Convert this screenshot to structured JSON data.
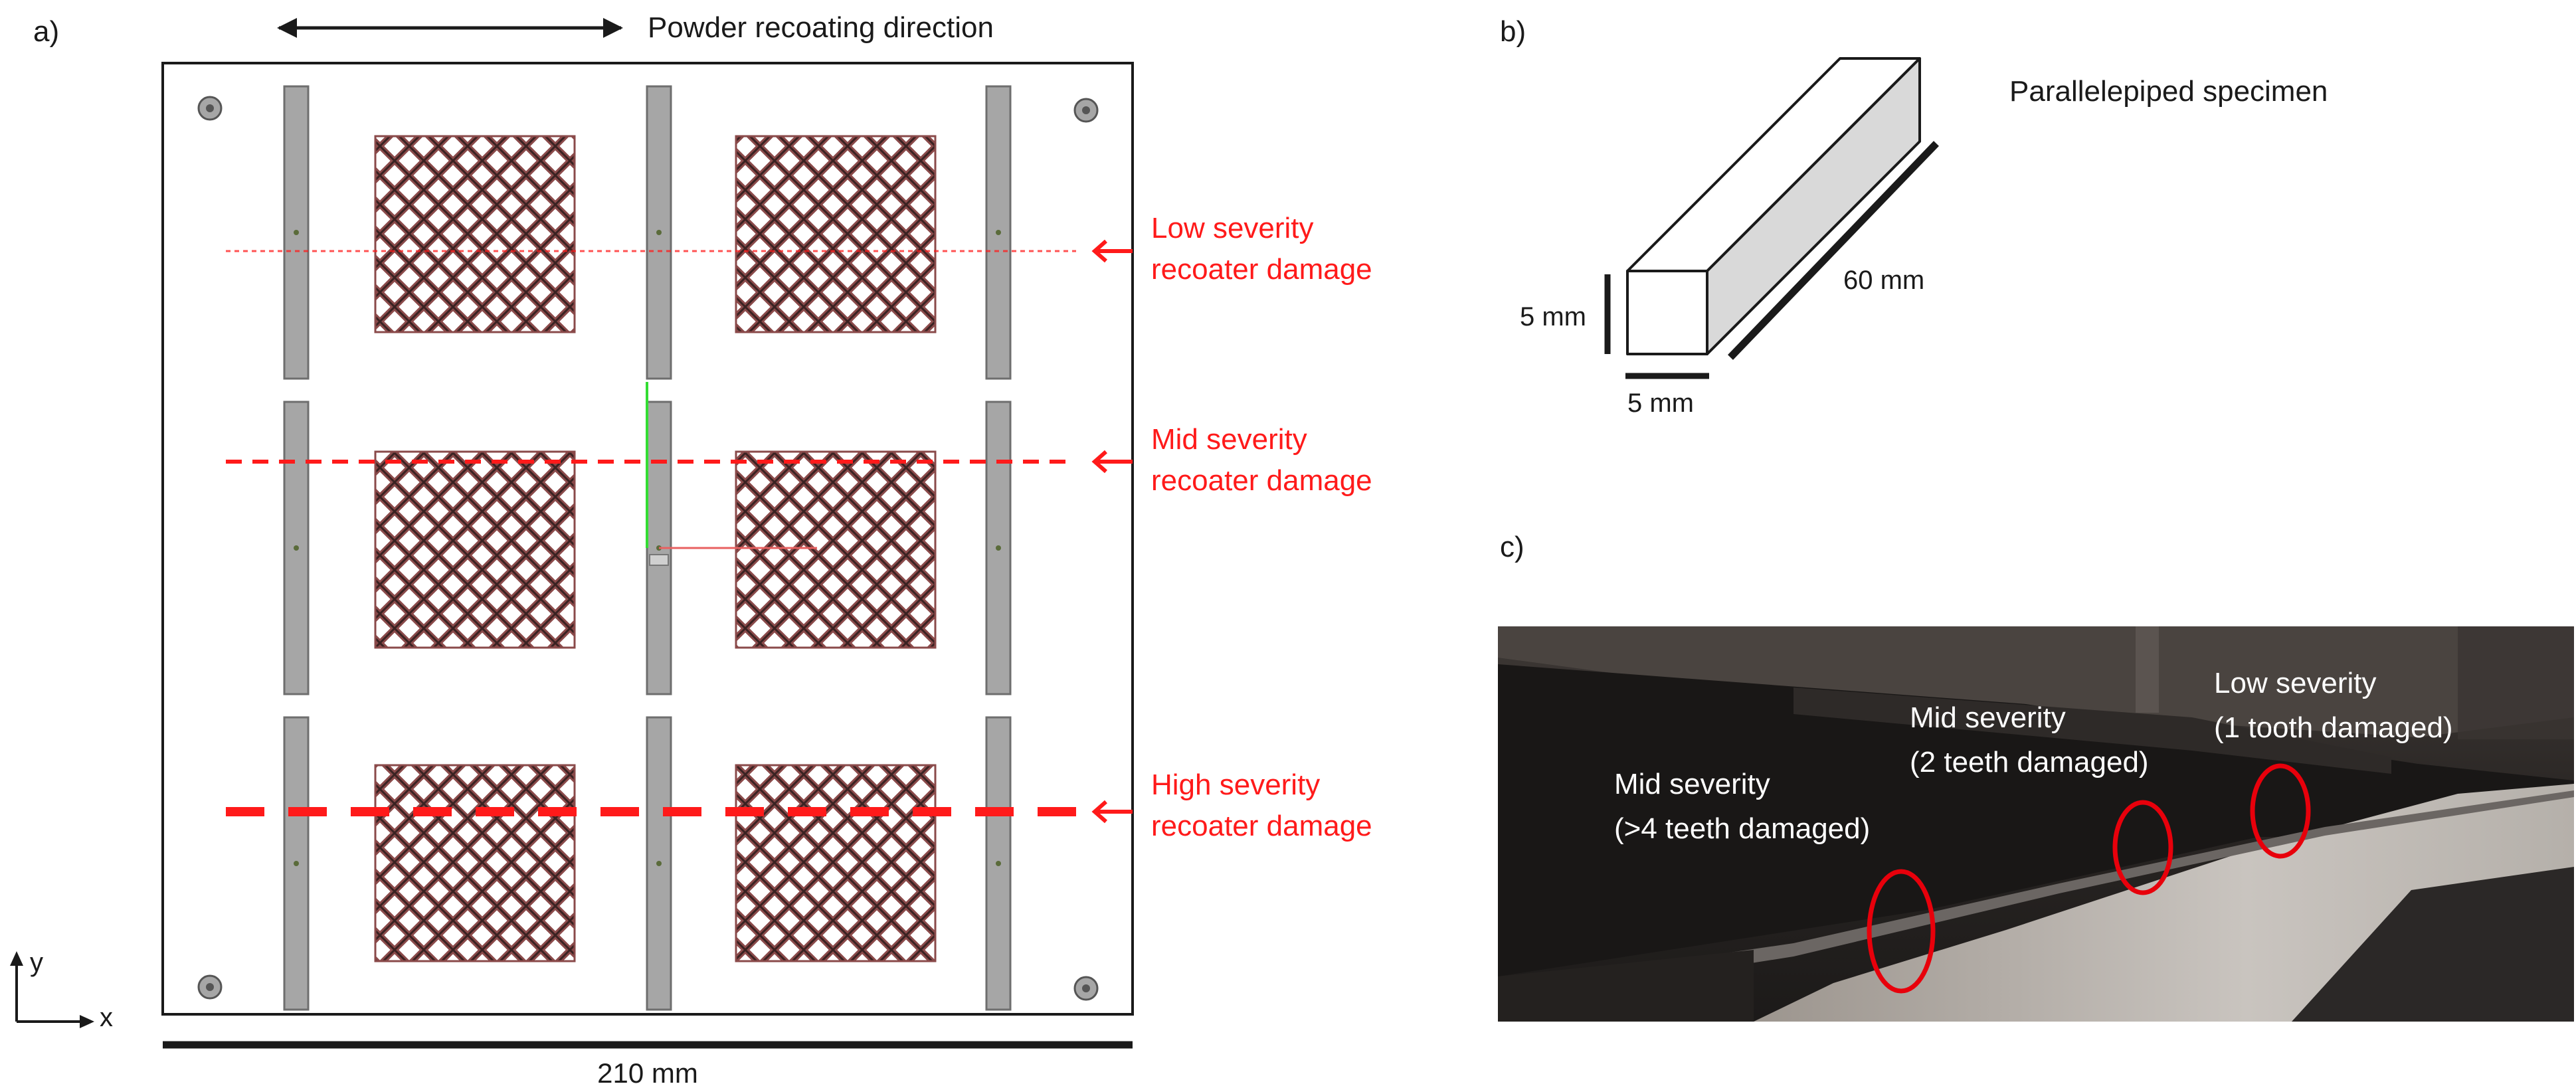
{
  "panel_a": {
    "label": "a)",
    "recoat_direction": "Powder recoating direction",
    "width_label": "210 mm",
    "axis_y": "y",
    "axis_x": "x",
    "damage_lines": [
      {
        "line1": "Low severity",
        "line2": "recoater damage",
        "style": "dotted-thin"
      },
      {
        "line1": "Mid severity",
        "line2": "recoater damage",
        "style": "dashed-medium"
      },
      {
        "line1": "High severity",
        "line2": "recoater damage",
        "style": "dashed-thick"
      }
    ],
    "colors": {
      "damage": "#ff1a1a",
      "bar": "#a6a6a6",
      "lattice": "#8a4a4a"
    }
  },
  "panel_b": {
    "label": "b)",
    "title": "Parallelepiped specimen",
    "length_label": "60 mm",
    "height_label": "5 mm",
    "width_label": "5 mm"
  },
  "panel_c": {
    "label": "c)",
    "annotations": [
      {
        "line1": "Mid severity",
        "line2": "(>4 teeth damaged)"
      },
      {
        "line1": "Mid severity",
        "line2": "(2 teeth damaged)"
      },
      {
        "line1": "Low severity",
        "line2": "(1 tooth damaged)"
      }
    ],
    "colors": {
      "circle": "#e8000b"
    }
  }
}
